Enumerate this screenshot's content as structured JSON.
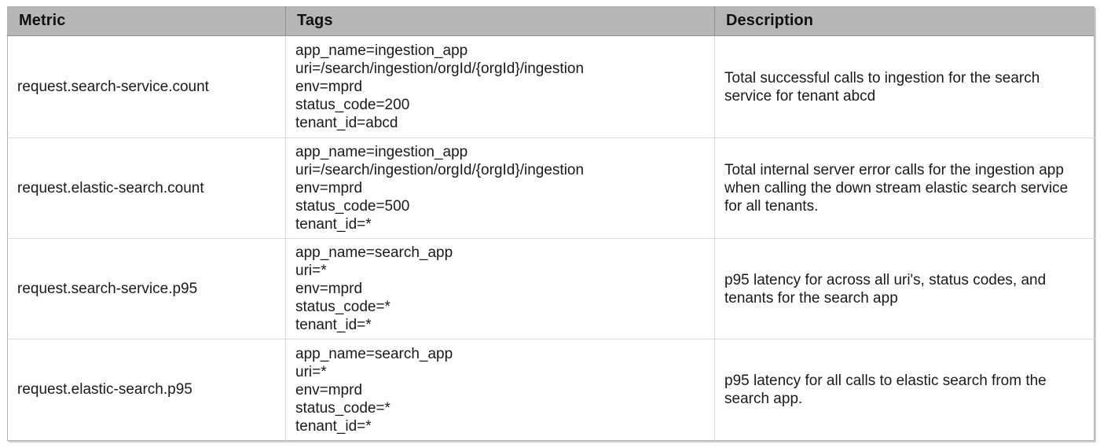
{
  "table": {
    "columns": [
      {
        "key": "metric",
        "label": "Metric"
      },
      {
        "key": "tags",
        "label": "Tags"
      },
      {
        "key": "description",
        "label": "Description"
      }
    ],
    "header_background": "#b6b6b6",
    "header_text_color": "#111111",
    "body_background": "#ffffff",
    "border_color": "#dcdcdc",
    "rows": [
      {
        "metric": "request.search-service.count",
        "tags": [
          "app_name=ingestion_app",
          "uri=/search/ingestion/orgId/{orgId}/ingestion",
          "env=mprd",
          "status_code=200",
          "tenant_id=abcd"
        ],
        "description": "Total successful calls to ingestion for the search service for tenant abcd"
      },
      {
        "metric": "request.elastic-search.count",
        "tags": [
          "app_name=ingestion_app",
          "uri=/search/ingestion/orgId/{orgId}/ingestion",
          "env=mprd",
          "status_code=500",
          "tenant_id=*"
        ],
        "description": "Total internal server error calls for the ingestion app when calling the down stream elastic search service for all tenants."
      },
      {
        "metric": "request.search-service.p95",
        "tags": [
          "app_name=search_app",
          "uri=*",
          "env=mprd",
          "status_code=*",
          "tenant_id=*"
        ],
        "description": "p95 latency for across all uri's, status codes, and tenants for the search app"
      },
      {
        "metric": "request.elastic-search.p95",
        "tags": [
          "app_name=search_app",
          "uri=*",
          "env=mprd",
          "status_code=*",
          "tenant_id=*"
        ],
        "description": "p95 latency for all calls to elastic search from the search app."
      }
    ]
  }
}
